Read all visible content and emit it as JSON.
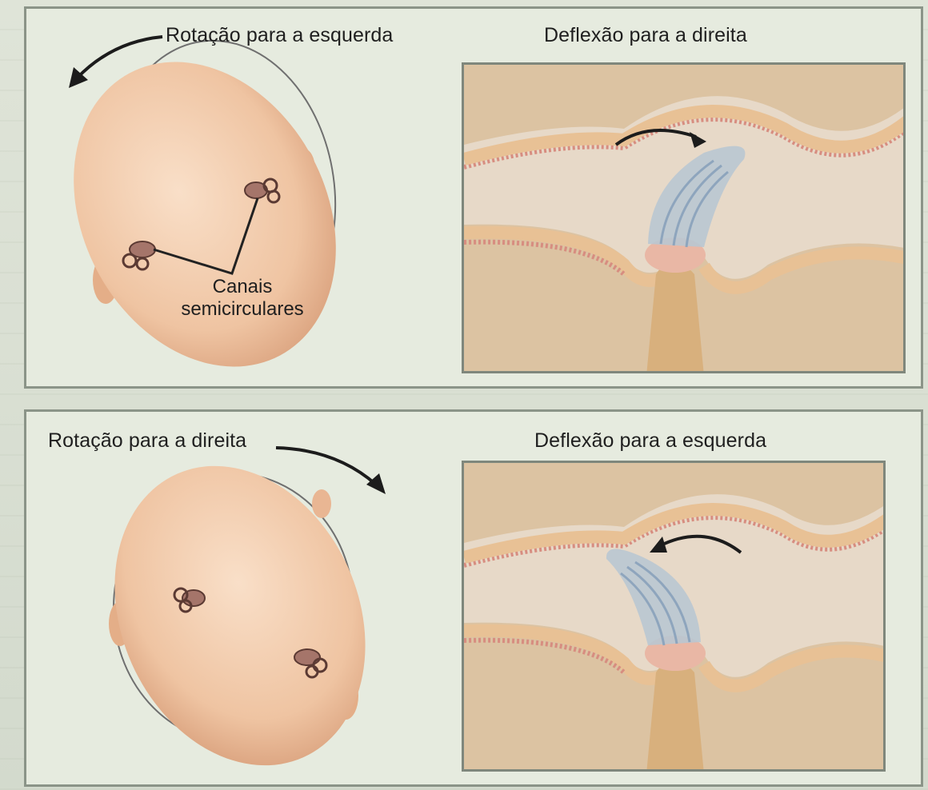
{
  "top": {
    "rotation_label": "Rotação para a esquerda",
    "deflection_label": "Deflexão para a direita",
    "canals_label_line1": "Canais",
    "canals_label_line2": "semicirculares"
  },
  "bottom": {
    "rotation_label": "Rotação para a direita",
    "deflection_label": "Deflexão para a esquerda"
  },
  "colors": {
    "background": "#d9dfd3",
    "panel_border": "#8b9488",
    "skin": "#f1c8a8",
    "canal_tube": "#e8c195",
    "canal_wall": "#d9a47c",
    "cupula": "#b9c6d2",
    "arrow": "#1c1c1c"
  }
}
